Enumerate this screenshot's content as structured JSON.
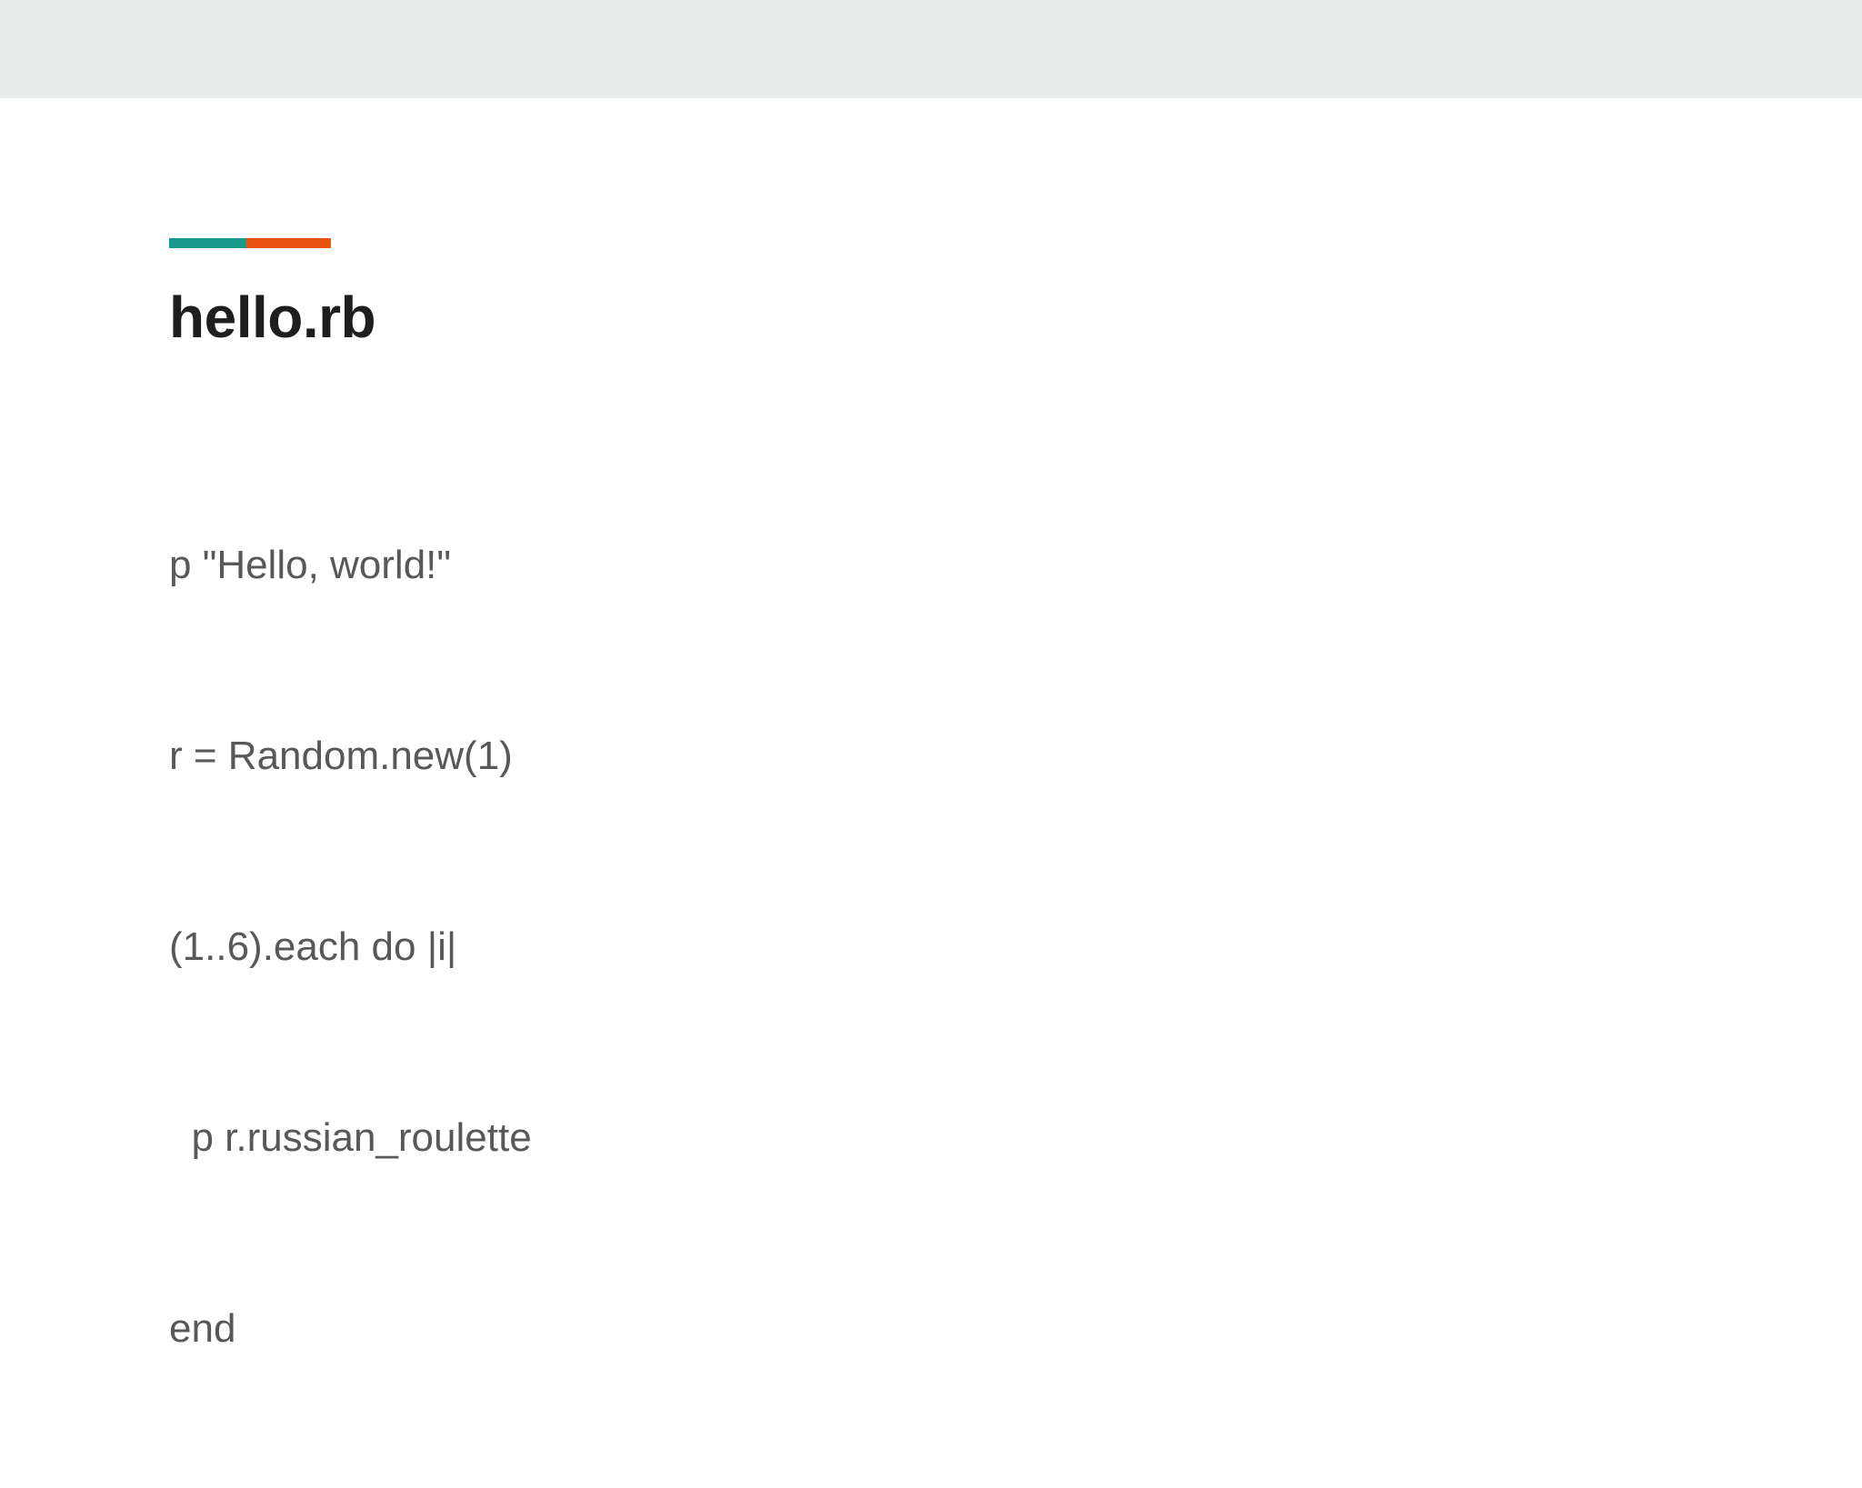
{
  "slide": {
    "background_color": "#ffffff",
    "header_band": {
      "color": "#e9edec",
      "label": "decorative header band"
    },
    "accent_rule": {
      "segments": [
        {
          "name": "teal",
          "color": "#1a9a8e"
        },
        {
          "name": "orange",
          "color": "#e8530d"
        }
      ]
    },
    "title": "hello.rb",
    "title_color": "#1e1e1e",
    "code": {
      "text_color": "#585858",
      "lines": [
        "p \"Hello, world!\"",
        "r = Random.new(1)",
        "(1..6).each do |i|",
        "  p r.russian_roulette",
        "end"
      ]
    }
  }
}
